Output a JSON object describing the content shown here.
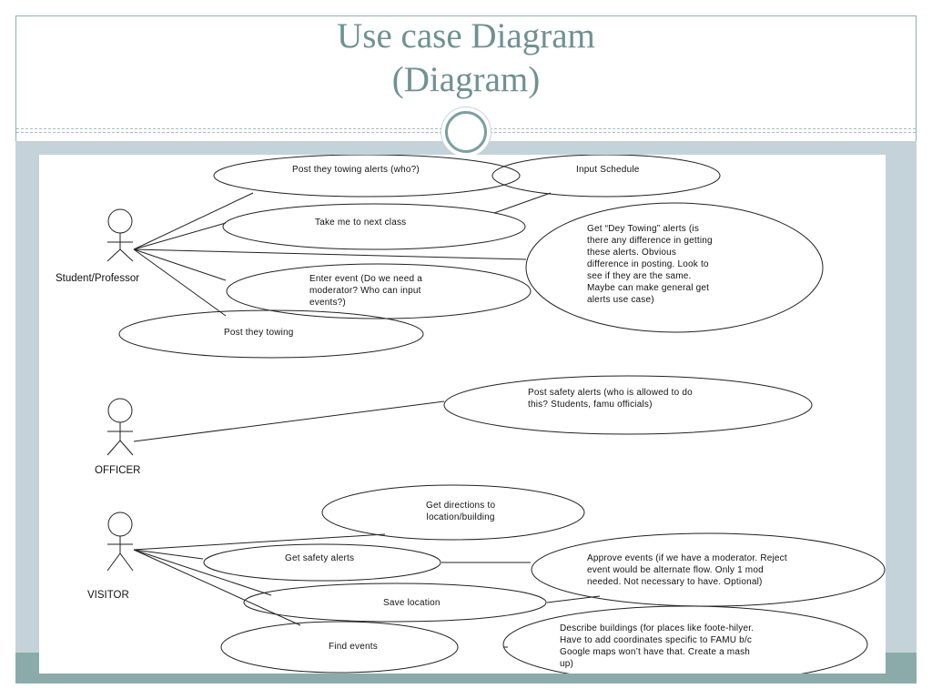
{
  "slide": {
    "title_line1": "Use case Diagram",
    "title_line2": "(Diagram)"
  },
  "colors": {
    "title": "#6f9191",
    "band": "#c4d3d9",
    "bottom_band": "#8aabaa",
    "ornament_ring": "#7aa0a0"
  },
  "actors": [
    {
      "label": "Student/Professor"
    },
    {
      "label": "OFFICER"
    },
    {
      "label": "VISITOR"
    }
  ],
  "use_cases": {
    "post_towing_alerts": [
      "Post they towing alerts (who?)"
    ],
    "input_schedule": [
      "Input Schedule"
    ],
    "next_class": [
      "Take me to next class"
    ],
    "dey_towing": [
      "Get “Dey Towing” alerts (is",
      "there any difference in getting",
      "these alerts. Obvious",
      "difference in posting. Look to",
      "see if they are the same.",
      "Maybe can make general get",
      "alerts use case)"
    ],
    "enter_event": [
      "Enter event (Do we need a",
      "moderator? Who can input",
      "events?)"
    ],
    "post_towing": [
      "Post they towing"
    ],
    "safety_alerts_post": [
      "Post safety alerts (who is allowed to do",
      "this? Students, famu officials)"
    ],
    "directions": [
      "Get directions to",
      "location/building"
    ],
    "get_safety": [
      "Get safety alerts"
    ],
    "approve": [
      "Approve events (if we have a moderator. Reject",
      "event would be alternate flow. Only 1 mod",
      "needed. Not necessary to have. Optional)"
    ],
    "save_location": [
      "Save location"
    ],
    "describe": [
      "Describe buildings (for places like foote-hilyer.",
      "Have to add coordinates specific to FAMU b/c",
      "Google maps won’t have that. Create a mash",
      "up)"
    ],
    "find_events": [
      "Find events"
    ]
  }
}
